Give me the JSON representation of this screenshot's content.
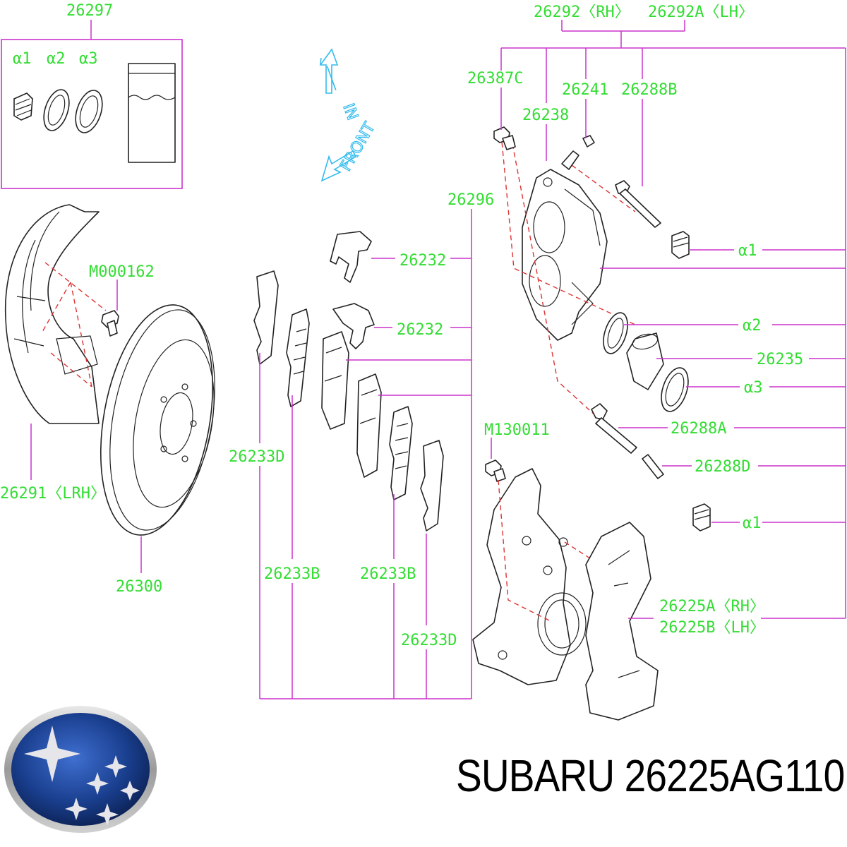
{
  "labels": {
    "p26297": "26297",
    "a1_top": "α1",
    "a2_top": "α2",
    "a3_top": "α3",
    "p26292": "26292〈RH〉",
    "p26292A": "26292A〈LH〉",
    "p26387C": "26387C",
    "p26241": "26241",
    "p26288B": "26288B",
    "p26238": "26238",
    "p26296": "26296",
    "p26232_a": "26232",
    "p26232_b": "26232",
    "a1_r1": "α1",
    "a2_r": "α2",
    "p26235": "26235",
    "a3_r": "α3",
    "p26288A": "26288A",
    "p26288D": "26288D",
    "a1_r2": "α1",
    "M000162": "M000162",
    "M130011": "M130011",
    "p26291": "26291〈LRH〉",
    "p26300": "26300",
    "p26233D_a": "26233D",
    "p26233B_a": "26233B",
    "p26233B_b": "26233B",
    "p26233D_b": "26233D",
    "p26225A": "26225A〈RH〉",
    "p26225B": "26225B〈LH〉",
    "dir_in": "IN",
    "dir_front": "FRONT"
  },
  "title": "SUBARU 26225AG110",
  "logo": {
    "brand_color": "#1a3f8f",
    "icon": "subaru-stars-logo"
  },
  "colors": {
    "label": "#33dd33",
    "leader": "#cc33cc",
    "part": "#222222",
    "dash": "#dd3333",
    "arrow": "#33bbee"
  }
}
